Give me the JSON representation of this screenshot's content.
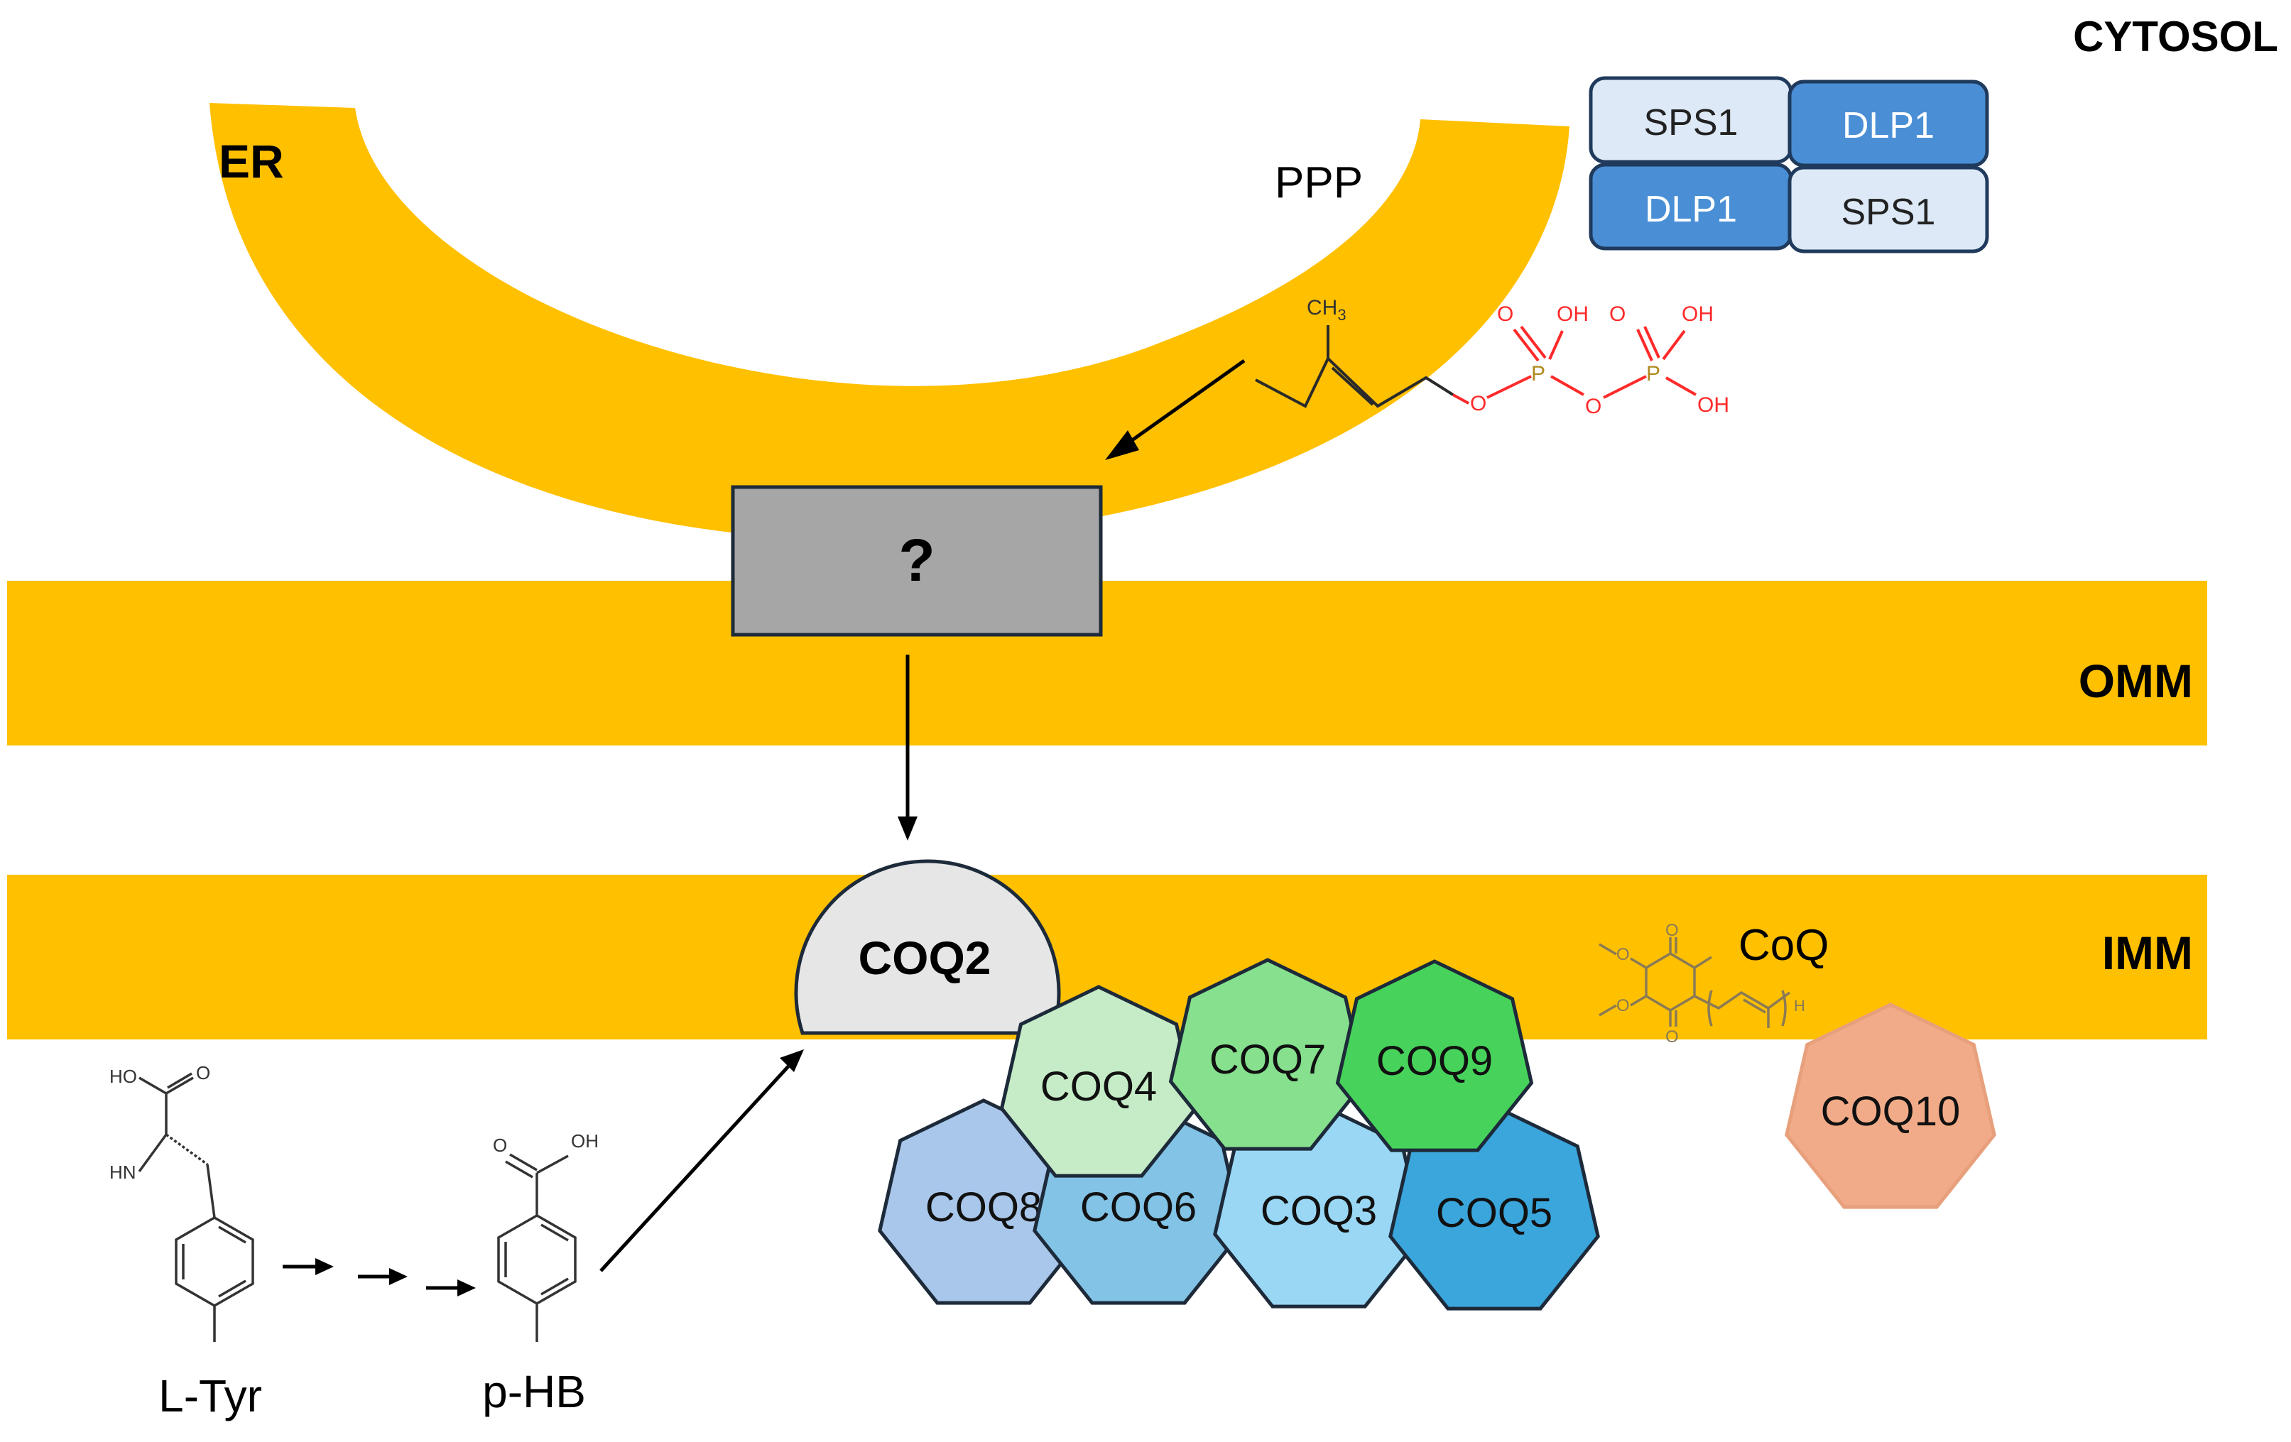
{
  "compartments": {
    "cytosol": "CYTOSOL",
    "er": "ER",
    "omm": "OMM",
    "imm": "IMM"
  },
  "substrates": {
    "ppp": "PPP",
    "unknown_transporter": "?",
    "l_tyr": "L-Tyr",
    "p_hb": "p-HB",
    "coq": "CoQ"
  },
  "sps1_dlp1_complex": [
    {
      "label": "SPS1"
    },
    {
      "label": "DLP1"
    },
    {
      "label": "DLP1"
    },
    {
      "label": "SPS1"
    }
  ],
  "coq_complex": {
    "coq2": "COQ2",
    "coq4": "COQ4",
    "coq7": "COQ7",
    "coq9": "COQ9",
    "coq8": "COQ8",
    "coq6": "COQ6",
    "coq3": "COQ3",
    "coq5": "COQ5",
    "coq10": "COQ10"
  },
  "chem_labels": {
    "ch3": "CH",
    "ch3_sub": "3",
    "o": "O",
    "oh": "OH",
    "p": "P",
    "ho": "HO",
    "hn": "HN",
    "h": "H"
  },
  "colors": {
    "membrane": "#ffc000",
    "sps1": "#dde9f6",
    "dlp1": "#4a8fd6",
    "transporter": "#a6a6a6",
    "coq2": "#e6e6e6",
    "coq4": "#c5ecc6",
    "coq7": "#86e08e",
    "coq9": "#47d35b",
    "coq8": "#a9c7ea",
    "coq6": "#82c3e6",
    "coq3": "#9ad7f4",
    "coq5": "#3aa6dc",
    "coq10": "#f2ab88"
  }
}
